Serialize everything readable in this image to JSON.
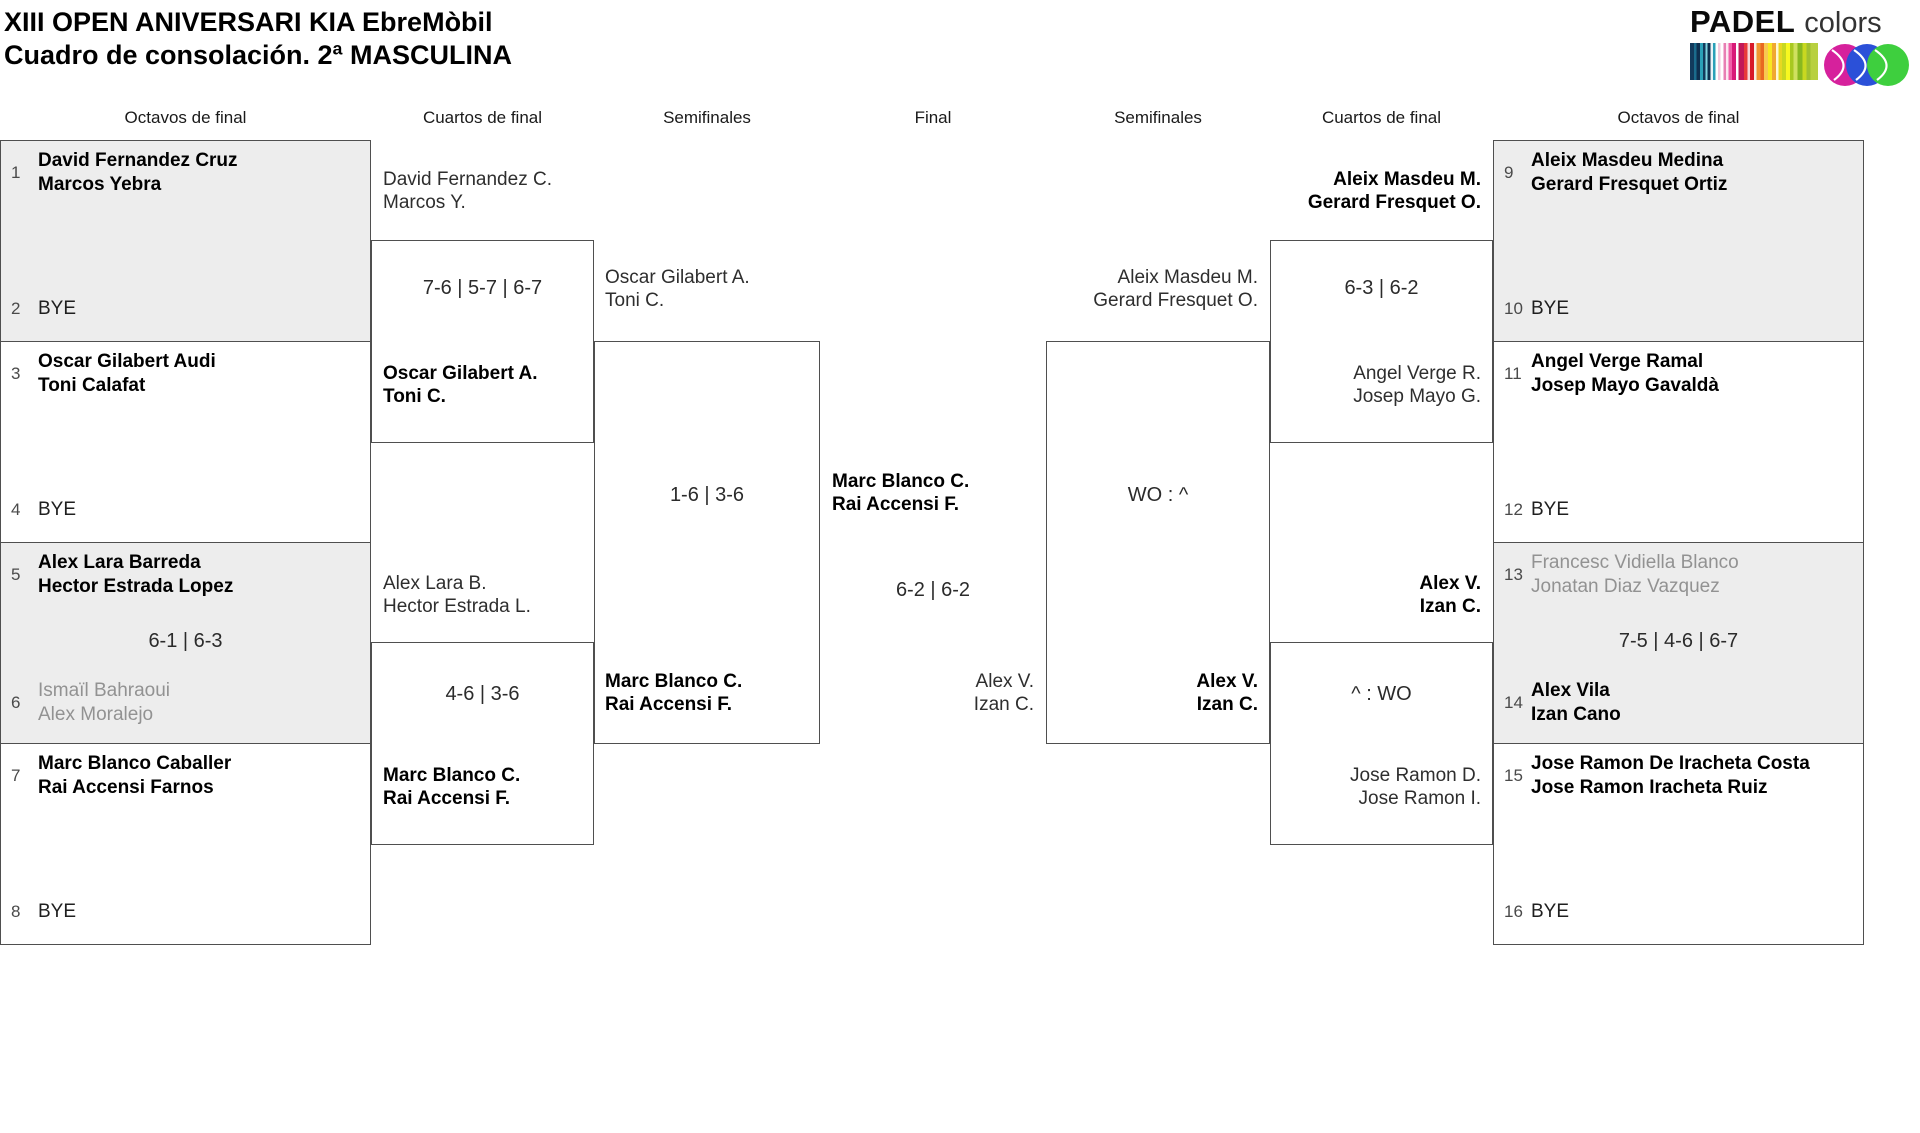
{
  "page": {
    "title1": "XIII OPEN ANIVERSARI KIA EbreMòbil",
    "title2": "Cuadro de consolación. 2ª MASCULINA"
  },
  "logo": {
    "padel": "PADEL",
    "colors": "colors"
  },
  "rounds": [
    "Octavos de final",
    "Cuartos de final",
    "Semifinales",
    "Final",
    "Semifinales",
    "Cuartos de final",
    "Octavos de final"
  ],
  "entries": {
    "e1": {
      "seed": "1",
      "p1": "David Fernandez Cruz",
      "p2": "Marcos Yebra"
    },
    "e2": {
      "seed": "2",
      "bye": "BYE"
    },
    "e3": {
      "seed": "3",
      "p1": "Oscar Gilabert Audi",
      "p2": "Toni Calafat"
    },
    "e4": {
      "seed": "4",
      "bye": "BYE"
    },
    "e5": {
      "seed": "5",
      "p1": "Alex Lara Barreda",
      "p2": "Hector Estrada Lopez"
    },
    "e6": {
      "seed": "6",
      "p1": "Ismaïl Bahraoui",
      "p2": "Alex Moralejo"
    },
    "e7": {
      "seed": "7",
      "p1": "Marc Blanco Caballer",
      "p2": "Rai Accensi Farnos"
    },
    "e8": {
      "seed": "8",
      "bye": "BYE"
    },
    "e9": {
      "seed": "9",
      "p1": "Aleix Masdeu Medina",
      "p2": "Gerard Fresquet Ortiz"
    },
    "e10": {
      "seed": "10",
      "bye": "BYE"
    },
    "e11": {
      "seed": "11",
      "p1": "Angel Verge Ramal",
      "p2": "Josep Mayo Gavaldà"
    },
    "e12": {
      "seed": "12",
      "bye": "BYE"
    },
    "e13": {
      "seed": "13",
      "p1": "Francesc Vidiella Blanco",
      "p2": "Jonatan Diaz Vazquez"
    },
    "e14": {
      "seed": "14",
      "p1": "Alex Vila",
      "p2": "Izan Cano"
    },
    "e15": {
      "seed": "15",
      "p1": "Jose Ramon De Iracheta Costa",
      "p2": "Jose Ramon Iracheta Ruiz"
    },
    "e16": {
      "seed": "16",
      "bye": "BYE"
    }
  },
  "scores": {
    "oct_l_56": "6-1 | 6-3",
    "oct_r_1314": "7-5 | 4-6 | 6-7",
    "qf_l1": "7-6 | 5-7 | 6-7",
    "qf_l2": "4-6 | 3-6",
    "sf_l": "1-6 | 3-6",
    "final": "6-2 | 6-2",
    "sf_r": "WO : ^",
    "qf_r1": "6-3 | 6-2",
    "qf_r2": "^ : WO"
  },
  "teams": {
    "qf_l1_t1": {
      "a": "David Fernandez C.",
      "b": "Marcos Y."
    },
    "qf_l1_t2": {
      "a": "Oscar Gilabert A.",
      "b": "Toni C."
    },
    "qf_l2_t1": {
      "a": "Alex Lara B.",
      "b": "Hector Estrada L."
    },
    "qf_l2_t2": {
      "a": "Marc Blanco C.",
      "b": "Rai Accensi F."
    },
    "sf_l_t1": {
      "a": "Oscar Gilabert A.",
      "b": "Toni C."
    },
    "sf_l_w": {
      "a": "Marc Blanco C.",
      "b": "Rai Accensi F."
    },
    "final_w": {
      "a": "Marc Blanco C.",
      "b": "Rai Accensi F."
    },
    "final_r": {
      "a": "Alex V.",
      "b": "Izan C."
    },
    "sf_r_t1": {
      "a": "Aleix Masdeu M.",
      "b": "Gerard Fresquet O."
    },
    "sf_r_w": {
      "a": "Alex V.",
      "b": "Izan C."
    },
    "qf_r1_t1": {
      "a": "Aleix Masdeu M.",
      "b": "Gerard Fresquet O."
    },
    "qf_r1_t2": {
      "a": "Angel Verge R.",
      "b": "Josep Mayo G."
    },
    "qf_r2_t1": {
      "a": "Alex V.",
      "b": "Izan C."
    },
    "qf_r2_t2": {
      "a": "Jose Ramon D.",
      "b": "Jose Ramon I."
    }
  },
  "colors": {
    "shade": "#ededed",
    "line": "#4f4f4f",
    "loser_text": "#929292",
    "ball_pink": "#d6219c",
    "ball_blue": "#2b50d8",
    "ball_green": "#3ecf3e"
  }
}
